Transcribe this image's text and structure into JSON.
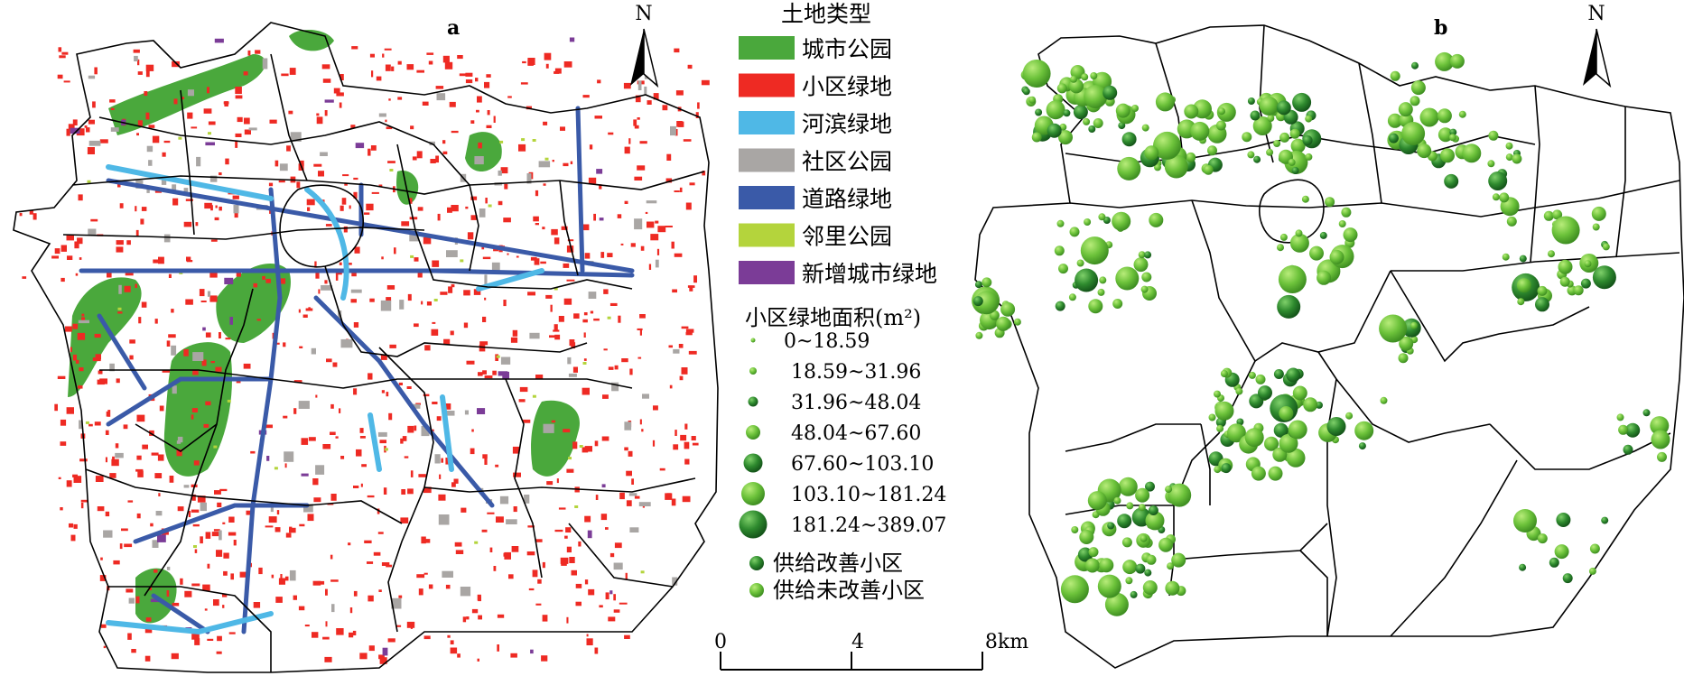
{
  "panels": {
    "a": {
      "label": "a",
      "north": "N"
    },
    "b": {
      "label": "b",
      "north": "N"
    }
  },
  "legend": {
    "land_title": "土地类型",
    "land_types": [
      {
        "label": "城市公园",
        "color": "#4aa83c"
      },
      {
        "label": "小区绿地",
        "color": "#ee2a23"
      },
      {
        "label": "河滨绿地",
        "color": "#4fb8e6"
      },
      {
        "label": "社区公园",
        "color": "#a9a6a4"
      },
      {
        "label": "道路绿地",
        "color": "#3a5aa8"
      },
      {
        "label": "邻里公园",
        "color": "#b4d43c"
      },
      {
        "label": "新增城市绿地",
        "color": "#7b3c97"
      }
    ],
    "area_title": "小区绿地面积(m²)",
    "area_classes": [
      {
        "label": "0~18.59"
      },
      {
        "label": "18.59~31.96"
      },
      {
        "label": "31.96~48.04"
      },
      {
        "label": "48.04~67.60"
      },
      {
        "label": "67.60~103.10"
      },
      {
        "label": "103.10~181.24"
      },
      {
        "label": "181.24~389.07"
      }
    ],
    "supply": [
      {
        "label": "供给改善小区",
        "color": "#2e8a2e"
      },
      {
        "label": "供给未改善小区",
        "color": "#6cc23a"
      }
    ]
  },
  "scale_bar": {
    "ticks": [
      "0",
      "4",
      "8km"
    ]
  }
}
